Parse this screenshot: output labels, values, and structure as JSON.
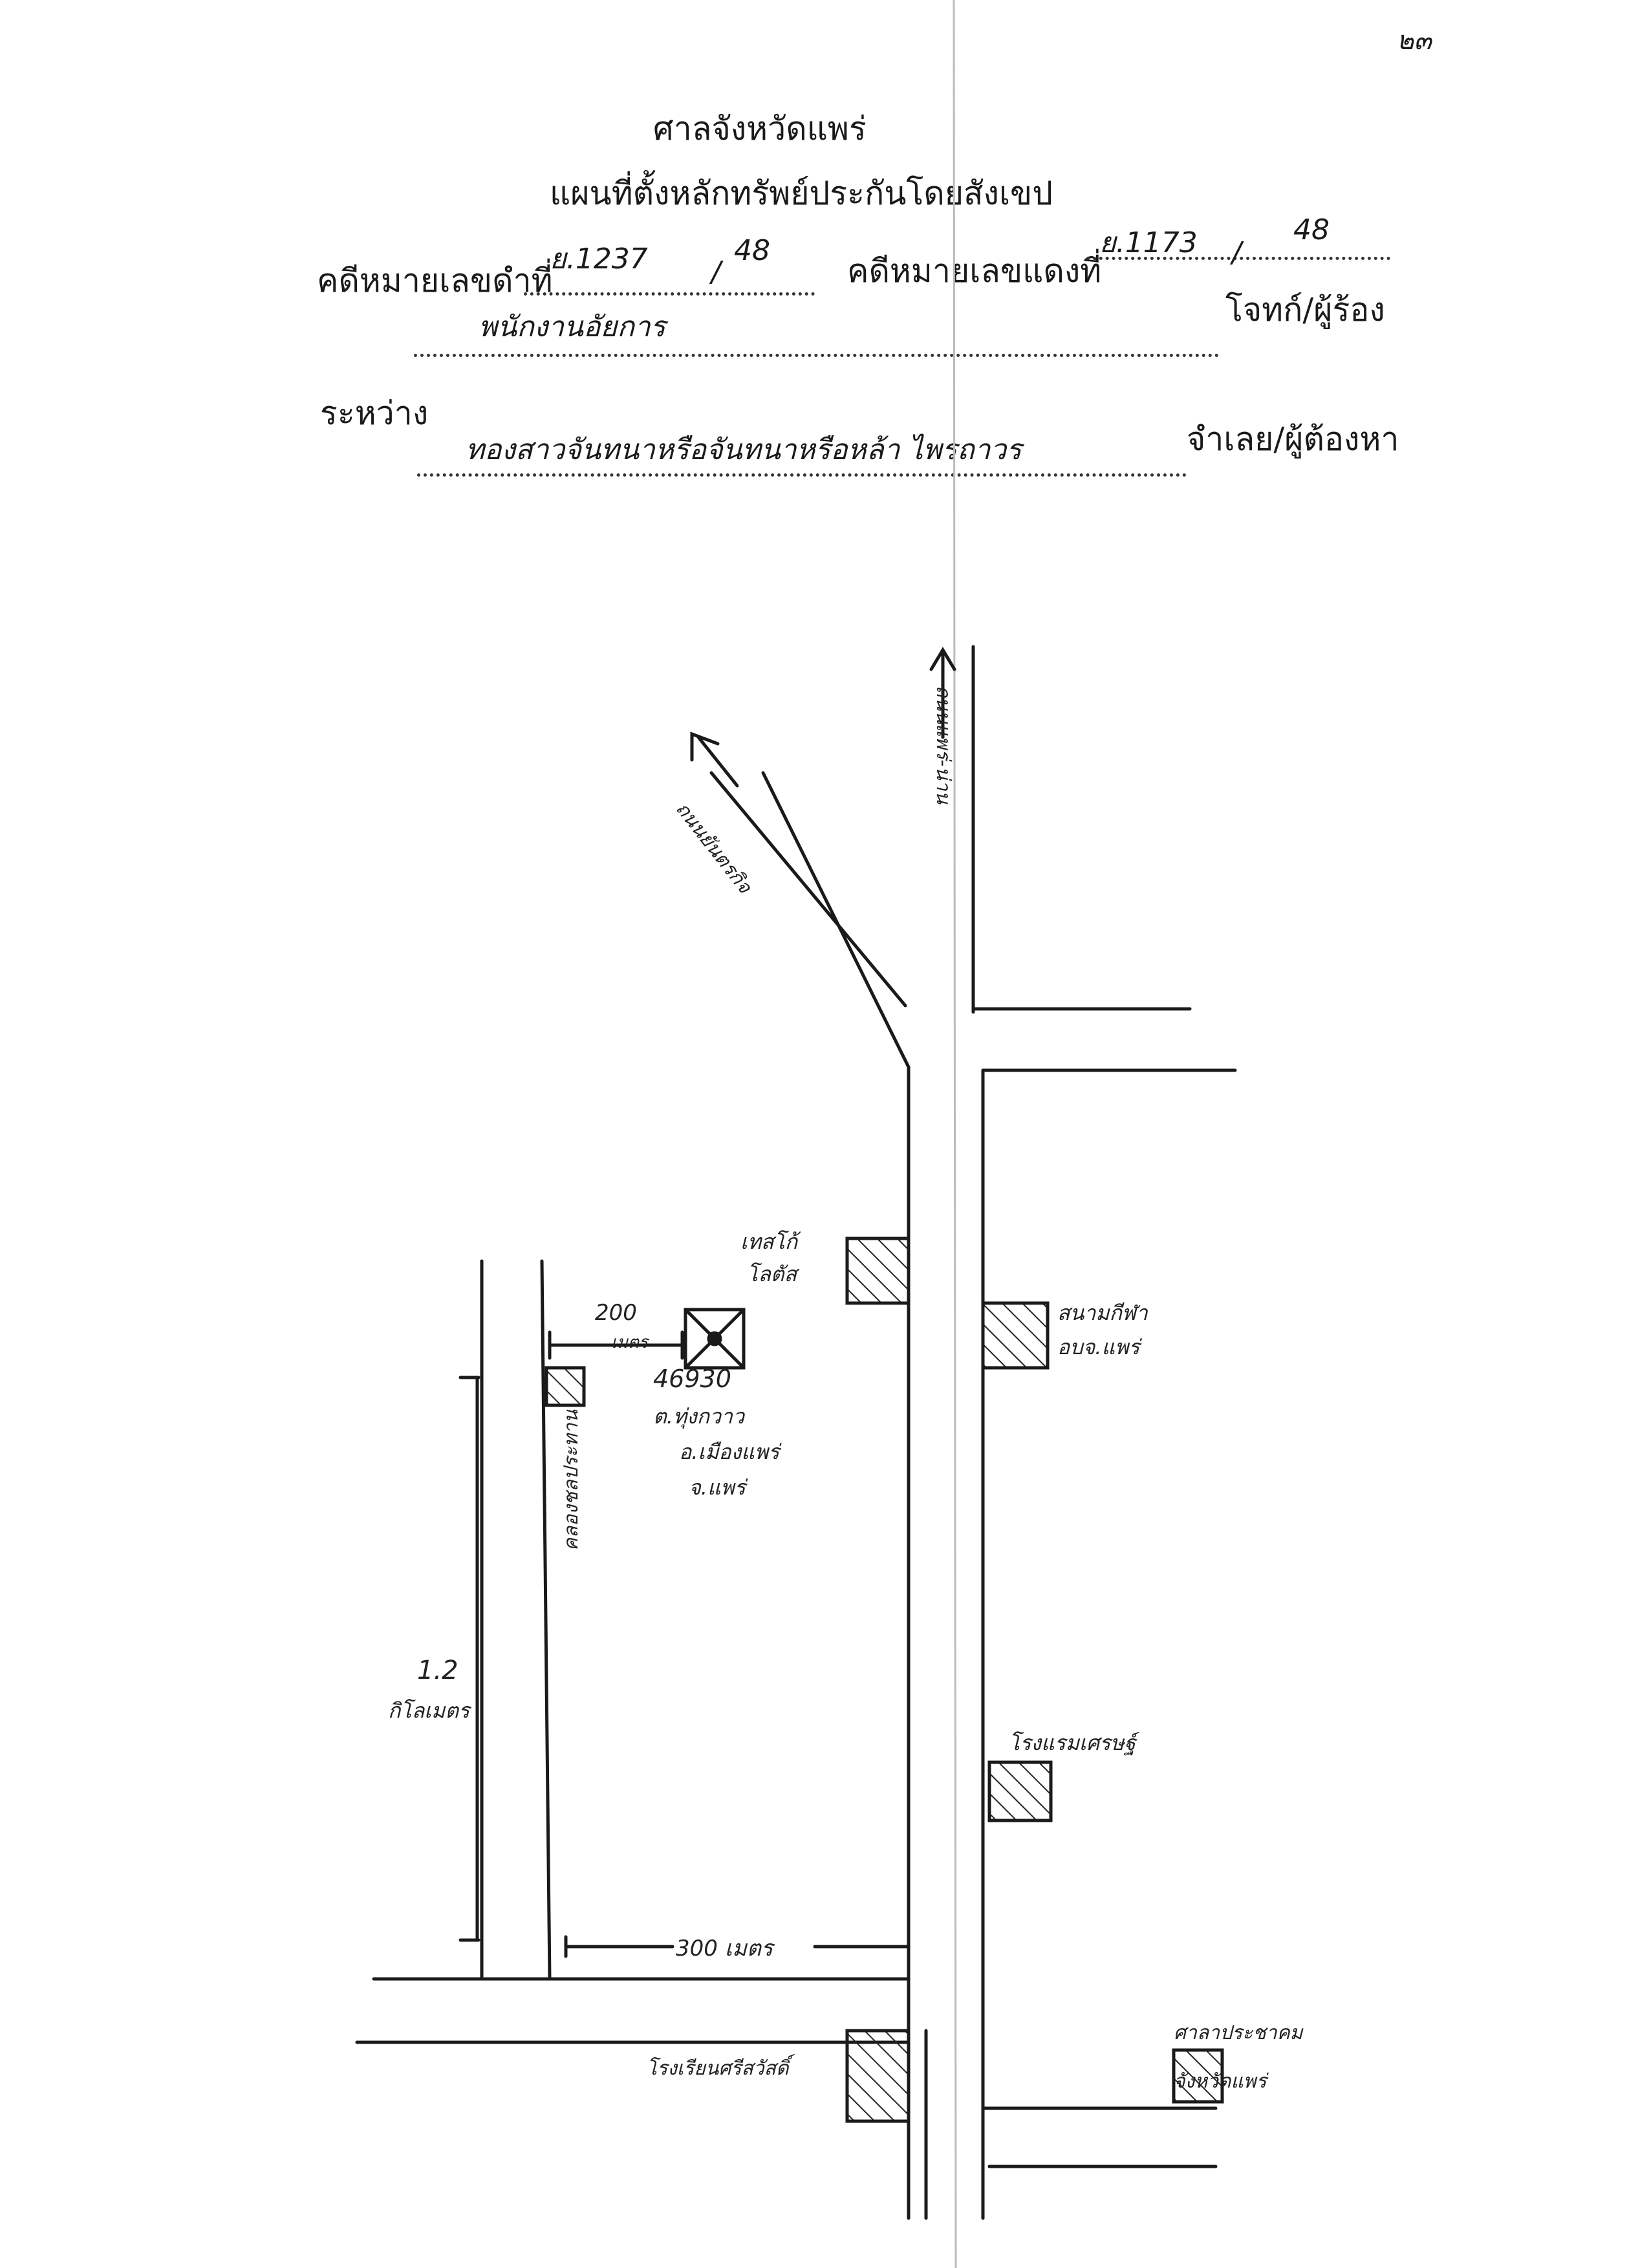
{
  "page_mark": "๒๓",
  "header": {
    "court_name": "ศาลจังหวัดแพร่",
    "map_title": "แผนที่ตั้งหลักทรัพย์ประกันโดยสังเขป",
    "black_case_label": "คดีหมายเลขดำที่",
    "black_case_no": "ย.1237",
    "black_case_year": "48",
    "red_case_label": "คดีหมายเลขแดงที่",
    "red_case_no": "ย.1173",
    "red_case_year": "48",
    "plaintiff_name": "พนักงานอัยการ",
    "plaintiff_role": "โจทก์/ผู้ร้อง",
    "between_label": "ระหว่าง",
    "defendant_name": "ทองสาวจันทนาหรือจันทนาหรือหล้า ไพรถาวร",
    "defendant_role": "จำเลย/ผู้ต้องหา",
    "separator": "/"
  },
  "map": {
    "road_north_label": "ถนนแพร่-น่าน",
    "road_diag_label": "ถนนยันตรกิจ",
    "landmarks": {
      "tesco_line1": "เทสโก้",
      "tesco_line2": "โลตัส",
      "stadium_line1": "สนามกีฬา",
      "stadium_line2": "อบจ.แพร่",
      "hotel": "โรงแรมเศรษฐ์",
      "canal": "คลองชลประทาน",
      "school": "โรงเรียนศรีสวัสดิ์",
      "hall_line1": "ศาลาประชาคม",
      "hall_line2": "จังหวัดแพร่"
    },
    "property": {
      "deed_no": "46930",
      "subdistrict": "ต.ทุ่งกวาว",
      "district": "อ.เมืองแพร่",
      "province": "จ.แพร่"
    },
    "dist_200": "200",
    "dist_200_unit": "เมตร",
    "dist_300": "300 เมตร",
    "dist_1_2": "1.2",
    "dist_1_2_unit": "กิโลเมตร"
  }
}
